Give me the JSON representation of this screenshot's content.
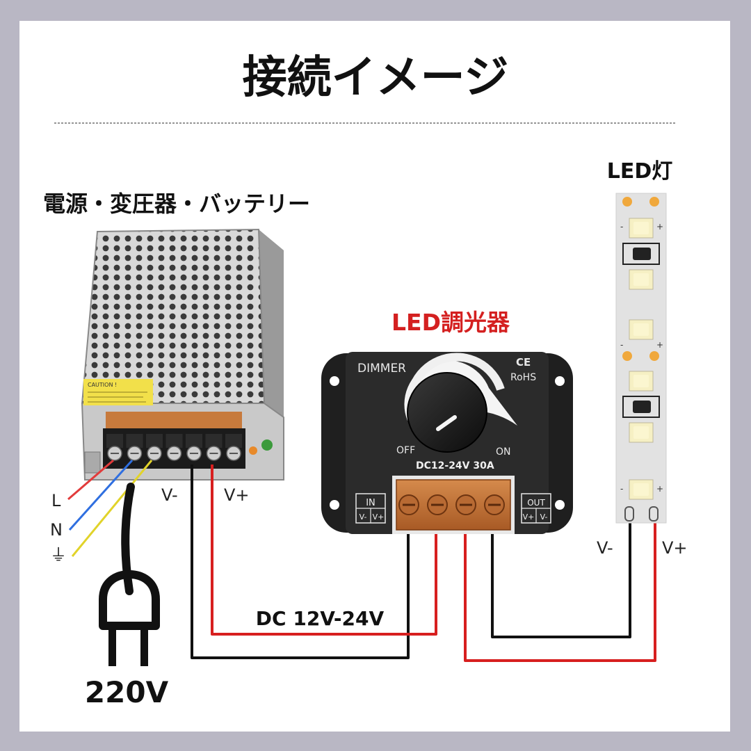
{
  "title": "接続イメージ",
  "power_supply": {
    "heading": "電源・変圧器・バッテリー",
    "sticker_text": "CAUTION !",
    "out_neg": "V-",
    "out_pos": "V+"
  },
  "mains": {
    "live": "L",
    "neutral": "N",
    "ground_symbol": "⏚",
    "voltage": "220V"
  },
  "dimmer": {
    "heading": "LED調光器",
    "brand": "DIMMER",
    "ce_mark": "CE",
    "rohs": "RoHS",
    "off_label": "OFF",
    "on_label": "ON",
    "spec": "DC12-24V 30A",
    "in_label": "IN",
    "in_neg": "V-",
    "in_pos": "V+",
    "out_label": "OUT",
    "out_pos": "V+",
    "out_neg": "V-"
  },
  "dc_label": "DC 12V-24V",
  "led_strip": {
    "heading": "LED灯",
    "neg": "V-",
    "pos": "V+",
    "plus_mark": "+",
    "minus_mark": "-"
  },
  "colors": {
    "frame": "#b9b7c4",
    "card": "#ffffff",
    "wire_red": "#d71f1f",
    "wire_black": "#111111",
    "dimmer_heading": "#d42020",
    "live_wire": "#e23b3b",
    "neutral_wire": "#2f6fe0",
    "ground_wire": "#e1d32a"
  }
}
